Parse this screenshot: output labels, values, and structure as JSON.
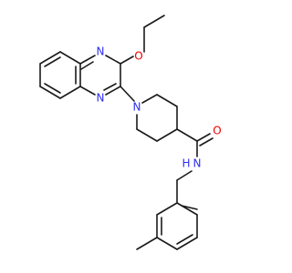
{
  "molecule": {
    "colors": {
      "carbon": "#1a1a1a",
      "nitrogen": "#2e2ef0",
      "oxygen": "#e80000",
      "background": "#ffffff"
    },
    "atom_labels": {
      "n_quinoxaline_top": "N",
      "n_quinoxaline_bottom": "N",
      "o_ethoxy": "O",
      "n_piperidine": "N",
      "o_carbonyl": "O",
      "nh_amide": "N",
      "h_amide": "H"
    }
  }
}
